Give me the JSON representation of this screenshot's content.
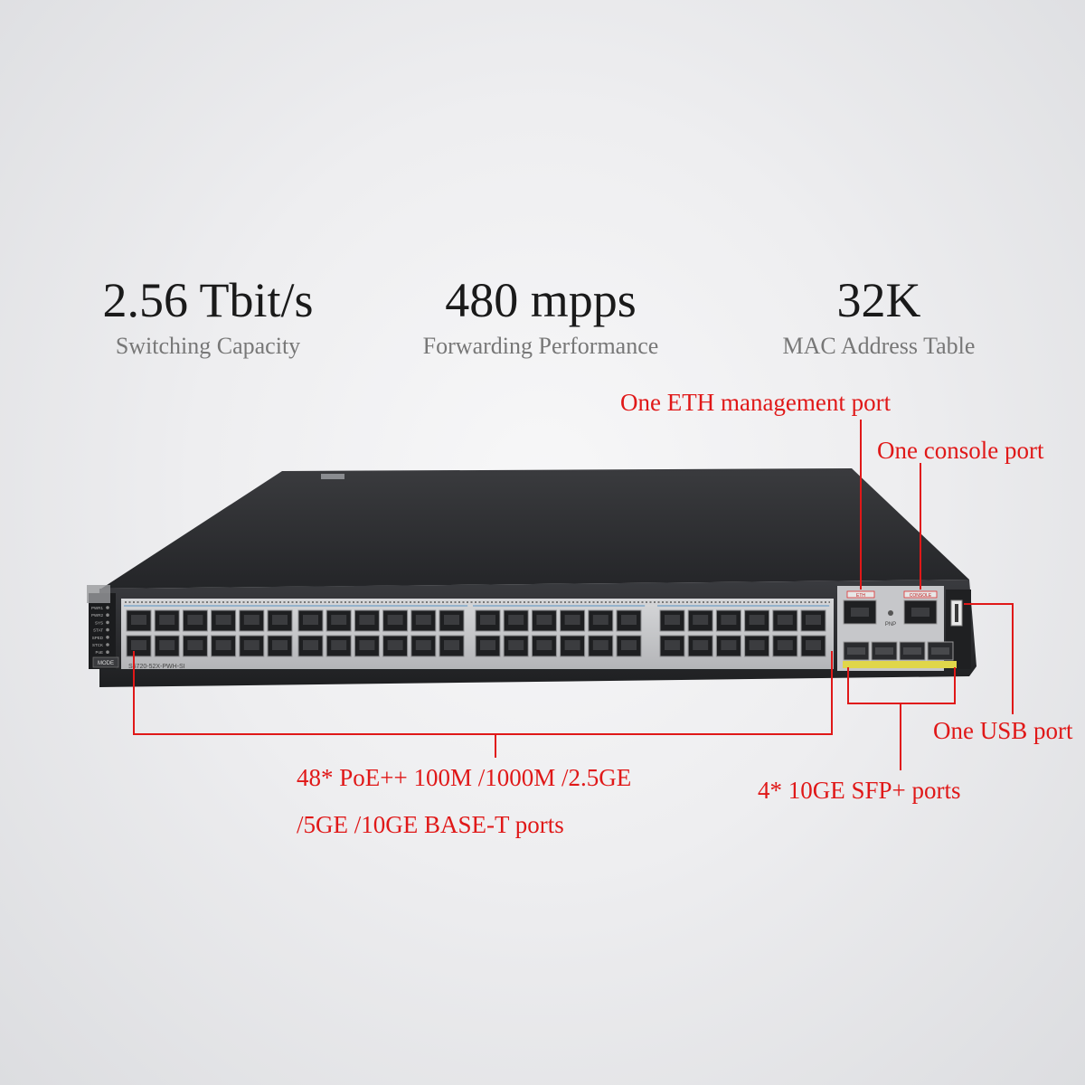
{
  "specs": [
    {
      "value": "2.56 Tbit/s",
      "label": "Switching Capacity"
    },
    {
      "value": "480 mpps",
      "label": "Forwarding Performance"
    },
    {
      "value": "32K",
      "label": "MAC Address Table"
    }
  ],
  "callouts": {
    "eth": "One ETH management port",
    "console": "One console port",
    "usb": "One USB port",
    "sfp": "4* 10GE SFP+ ports",
    "base_t_line1": "48* PoE++ 100M /1000M /2.5GE",
    "base_t_line2": "/5GE /10GE BASE-T ports"
  },
  "device": {
    "model": "S5720-52X-PWH-SI",
    "leds": [
      "PWR1",
      "PWR2",
      "SYS",
      "STAT",
      "SPED",
      "STCK",
      "PoE"
    ],
    "mode_label": "MODE",
    "eth_port_label": "ETH",
    "console_port_label": "CONSOLE",
    "pnp_label": "PNP"
  },
  "colors": {
    "callout": "#e01818",
    "chassis": "#2b2c2f",
    "panel": "#c9cacc"
  }
}
